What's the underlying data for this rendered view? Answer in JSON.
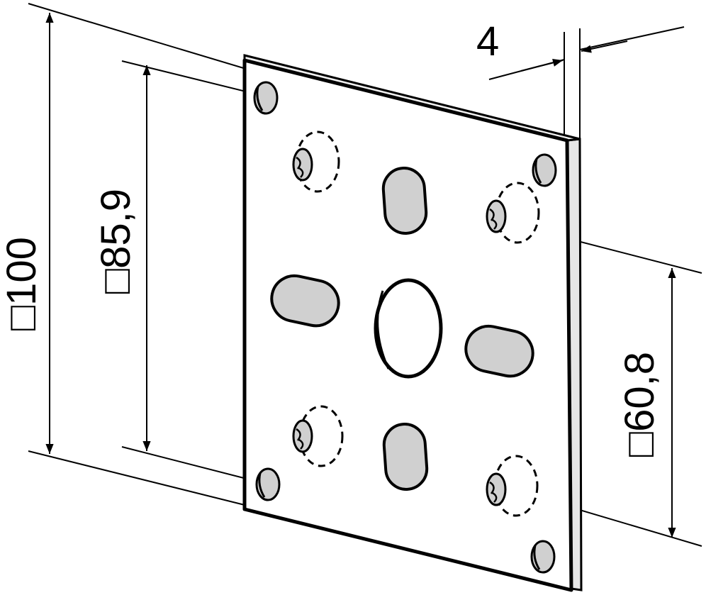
{
  "colors": {
    "ink": "#000000",
    "paper": "#ffffff",
    "hole_fill": "#d0d0d0",
    "plate_edge": "#e6e6e6"
  },
  "dimensions": {
    "thickness": {
      "label": "4"
    },
    "outer_square": {
      "symbol": "□",
      "label": "100"
    },
    "hole_square": {
      "symbol": "□",
      "label": "85,9"
    },
    "inner_square": {
      "symbol": "□",
      "label": "60,8"
    }
  }
}
